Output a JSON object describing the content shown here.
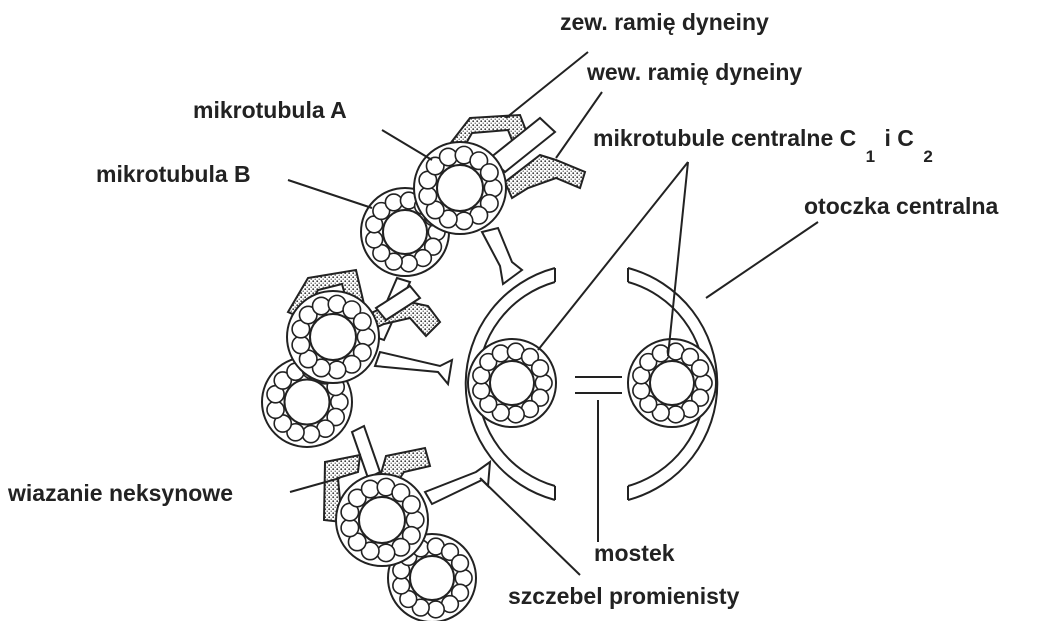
{
  "labels": {
    "outer_dynein_arm": "zew. ramię dyneiny",
    "inner_dynein_arm": "wew. ramię dyneiny",
    "microtubule_a": "mikrotubula A",
    "microtubule_b": "mikrotubula B",
    "central_microtubules": "mikrotubule centralne C",
    "central_sub_1": "1",
    "central_mid": "i C",
    "central_sub_2": "2",
    "central_sheath": "otoczka centralna",
    "nexin_link": "wiazanie neksynowe",
    "bridge": "mostek",
    "radial_spoke": "szczebel promienisty"
  },
  "colors": {
    "ink": "#222222",
    "background": "#ffffff"
  }
}
